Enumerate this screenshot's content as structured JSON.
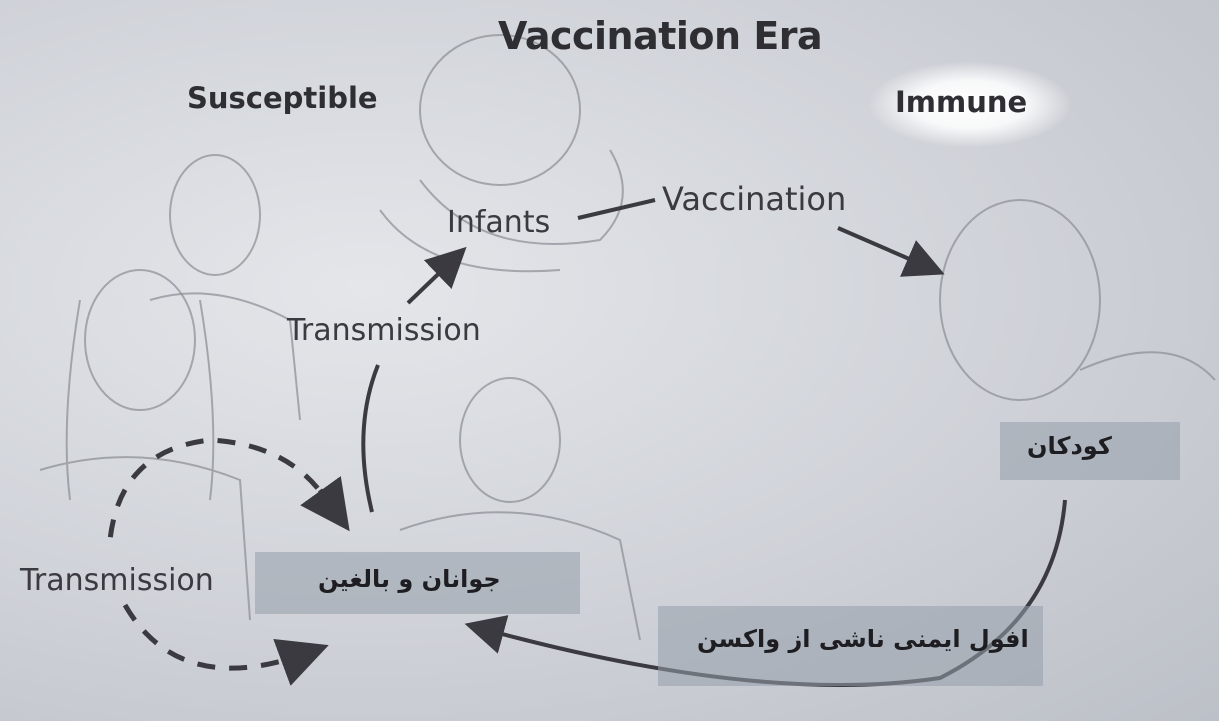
{
  "title": "Vaccination Era",
  "groups": {
    "susceptible": "Susceptible",
    "immune": "Immune"
  },
  "nodes": {
    "infants": "Infants",
    "adults_fa": "جوانان و بالغین",
    "children_fa": "کودکان"
  },
  "edges": {
    "vaccination": "Vaccination",
    "transmission_upper": "Transmission",
    "transmission_lower": "Transmission",
    "waning_fa": "افول ایمنی ناشی از واکسن"
  },
  "colors": {
    "background": "#cfd2d8",
    "label_box": "#969eaa",
    "text": "#2e2e33",
    "arrow": "#3a3a40"
  }
}
